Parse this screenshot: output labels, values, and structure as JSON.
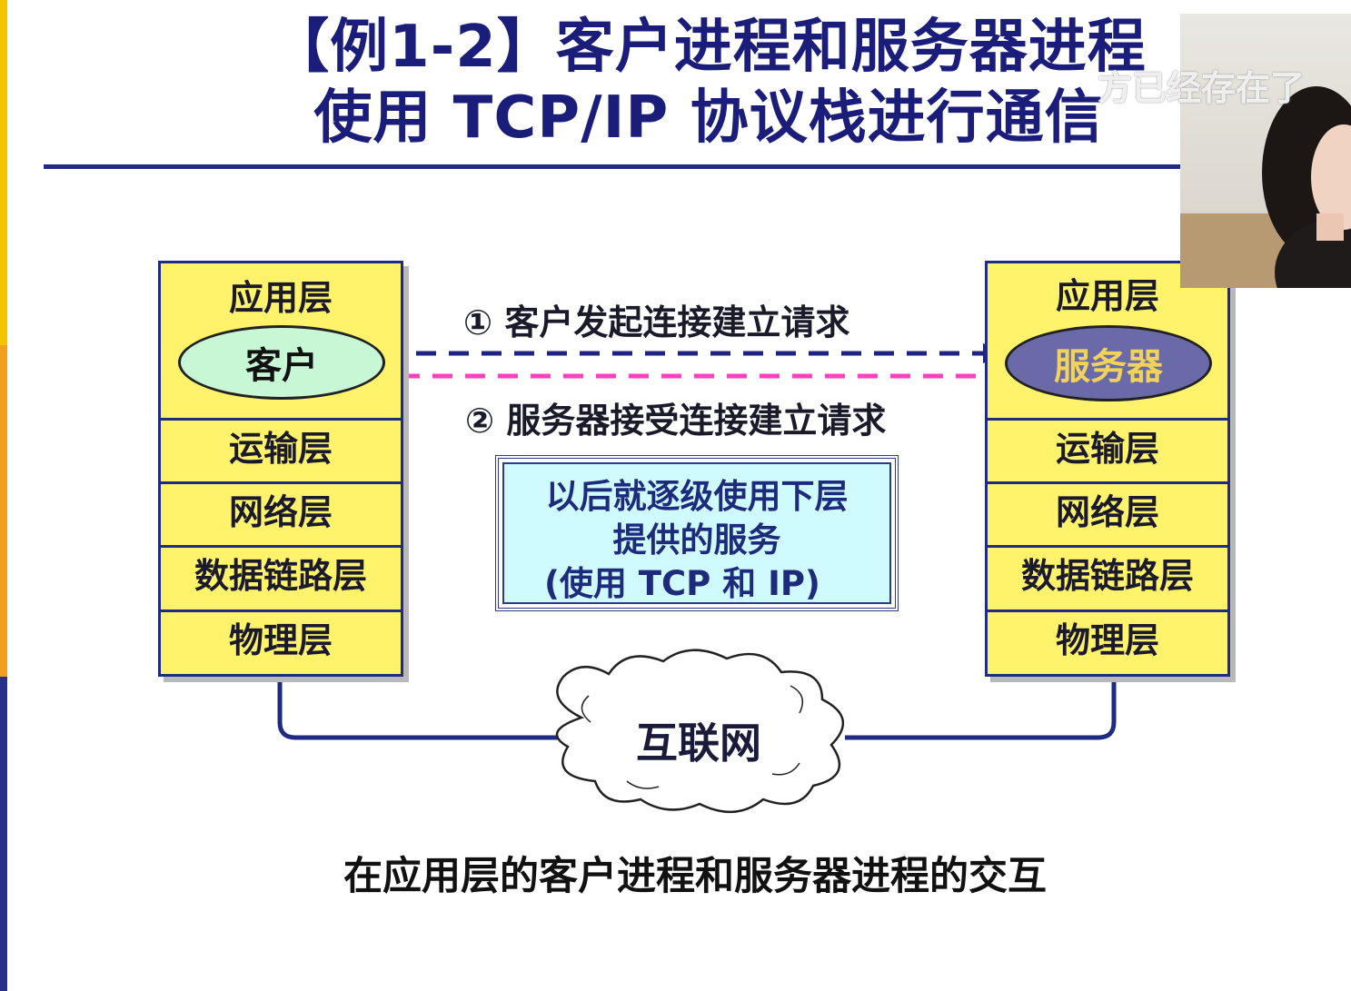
{
  "title": {
    "line1": "【例1-2】客户进程和服务器进程",
    "line2": "使用 TCP/IP 协议栈进行通信"
  },
  "left_stack": {
    "layers": [
      "应用层",
      "运输层",
      "网络层",
      "数据链路层",
      "物理层"
    ],
    "process": "客户"
  },
  "right_stack": {
    "layers": [
      "应用层",
      "运输层",
      "网络层",
      "数据链路层",
      "物理层"
    ],
    "process": "服务器"
  },
  "arrows": {
    "step1": "① 客户发起连接建立请求",
    "step2": "② 服务器接受连接建立请求"
  },
  "note": {
    "line1": "以后就逐级使用下层",
    "line2": "提供的服务",
    "line3": "(使用 TCP 和 IP)"
  },
  "network": "互联网",
  "caption": "在应用层的客户进程和服务器进程的交互",
  "video_overlay": "方已经存在了",
  "colors": {
    "stack_fill": "#fff36c",
    "client_fill": "#c8f7d6",
    "server_fill": "#6a6aa8",
    "arrow_request": "#1c2380",
    "arrow_accept": "#ff3fbf",
    "note_fill": "#cffbff"
  }
}
